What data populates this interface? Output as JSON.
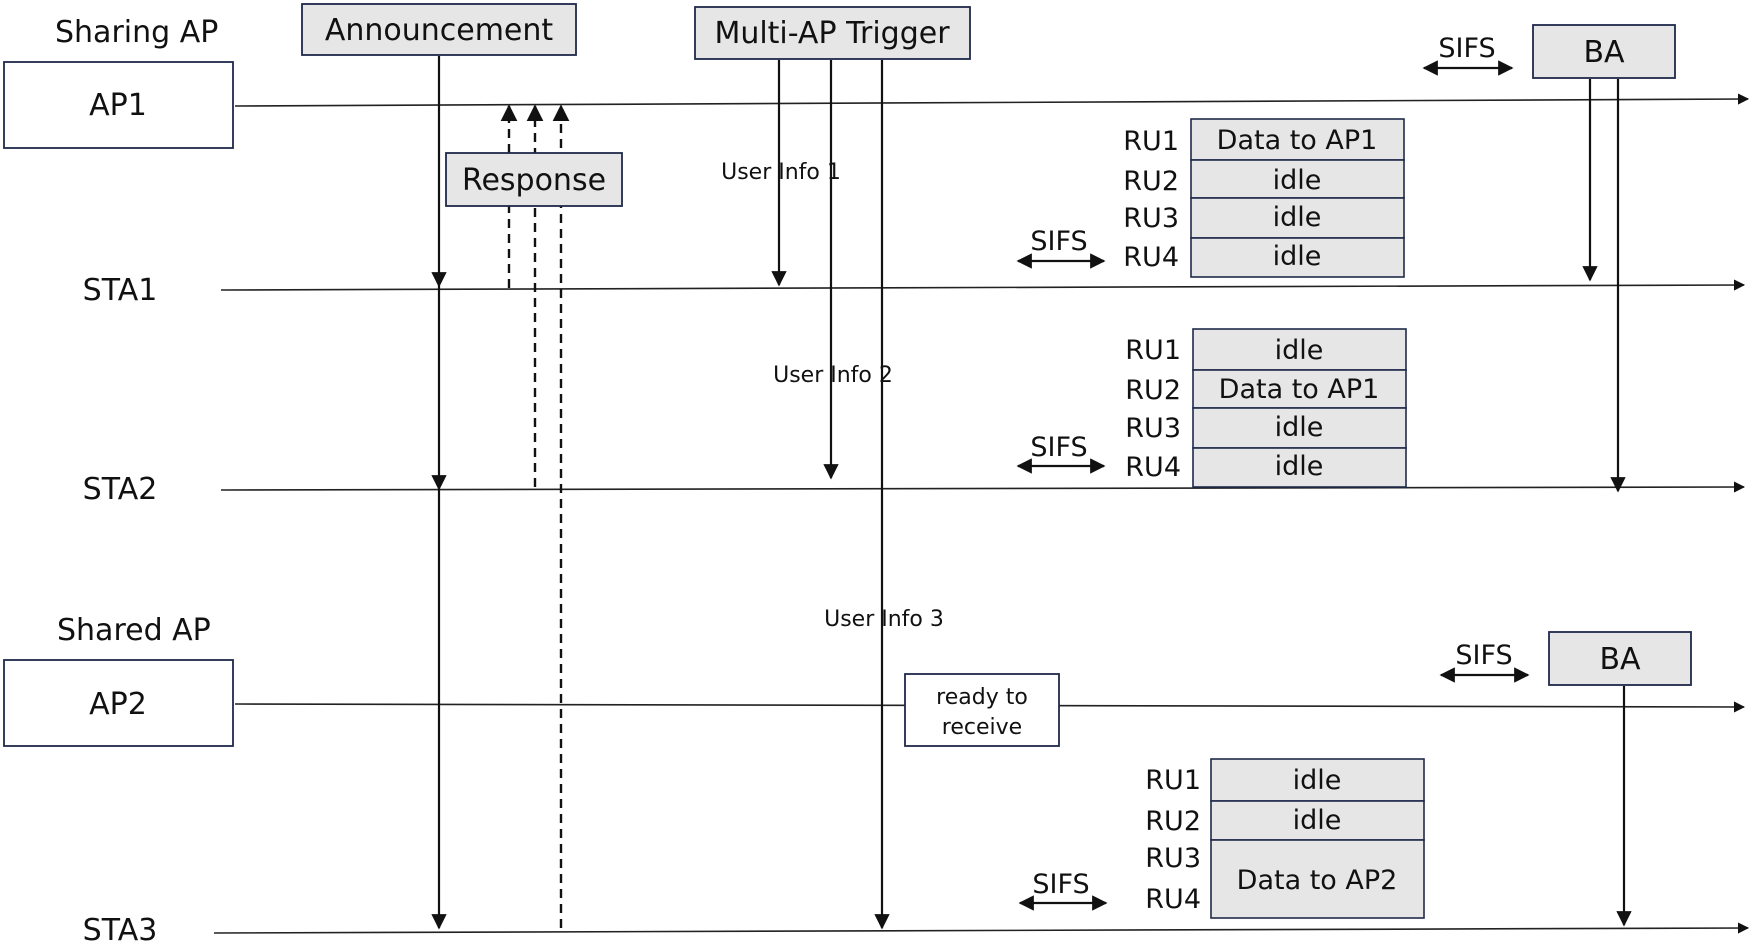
{
  "groups": {
    "sharing": "Sharing AP",
    "shared": "Shared AP"
  },
  "nodes": {
    "ap1": "AP1",
    "sta1": "STA1",
    "sta2": "STA2",
    "ap2": "AP2",
    "sta3": "STA3"
  },
  "frames": {
    "announcement": "Announcement",
    "response": "Response",
    "trigger": "Multi-AP Trigger",
    "ba": "BA",
    "ready_line1": "ready to",
    "ready_line2": "receive"
  },
  "user_info": {
    "u1": "User Info 1",
    "u2": "User Info 2",
    "u3": "User Info 3"
  },
  "sifs": "SIFS",
  "ru_labels": [
    "RU1",
    "RU2",
    "RU3",
    "RU4"
  ],
  "ru_blocks": {
    "sta1": [
      "Data to AP1",
      "idle",
      "idle",
      "idle"
    ],
    "sta2": [
      "idle",
      "Data to AP1",
      "idle",
      "idle"
    ],
    "sta3": [
      "idle",
      "idle",
      "Data to AP2"
    ]
  }
}
